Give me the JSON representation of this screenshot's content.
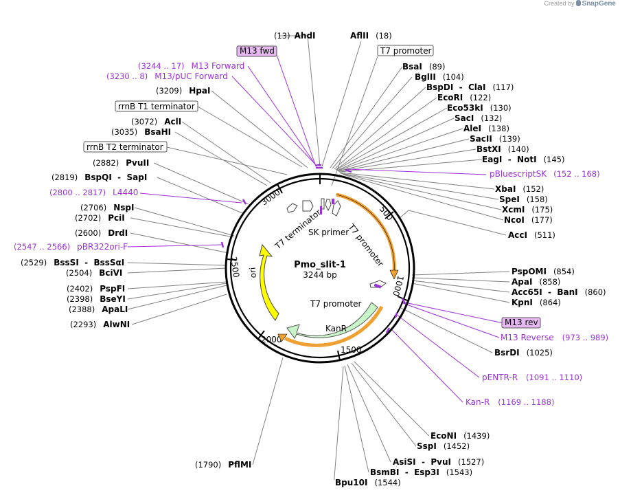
{
  "credit": {
    "prefix": "Created by",
    "brand": "SnapGene"
  },
  "plasmid": {
    "name": "Pmo_slit-1",
    "length_label": "3244 bp",
    "length": 3244
  },
  "ticks": [
    "500",
    "1000",
    "1500",
    "2000",
    "2500",
    "3000"
  ],
  "enzymes": [
    {
      "pos": "(13)",
      "name": "AhdI"
    },
    {
      "pos": "(18)",
      "name": "AflII"
    },
    {
      "pos": "(89)",
      "name": "BsaI"
    },
    {
      "pos": "(104)",
      "name": "BglII"
    },
    {
      "pos": "(117)",
      "name": "BspDI  -  ClaI"
    },
    {
      "pos": "(122)",
      "name": "EcoRI"
    },
    {
      "pos": "(130)",
      "name": "Eco53kI"
    },
    {
      "pos": "(132)",
      "name": "SacI"
    },
    {
      "pos": "(138)",
      "name": "AleI"
    },
    {
      "pos": "(139)",
      "name": "SacII"
    },
    {
      "pos": "(140)",
      "name": "BstXI"
    },
    {
      "pos": "(145)",
      "name": "EagI  -  NotI"
    },
    {
      "pos": "(152)",
      "name": "XbaI"
    },
    {
      "pos": "(158)",
      "name": "SpeI"
    },
    {
      "pos": "(175)",
      "name": "XcmI"
    },
    {
      "pos": "(177)",
      "name": "NcoI"
    },
    {
      "pos": "(511)",
      "name": "AccI"
    },
    {
      "pos": "(854)",
      "name": "PspOMI"
    },
    {
      "pos": "(858)",
      "name": "ApaI"
    },
    {
      "pos": "(860)",
      "name": "Acc65I  -  BanI"
    },
    {
      "pos": "(864)",
      "name": "KpnI"
    },
    {
      "pos": "(1025)",
      "name": "BsrDI"
    },
    {
      "pos": "(1439)",
      "name": "EcoNI"
    },
    {
      "pos": "(1452)",
      "name": "SspI"
    },
    {
      "pos": "(1527)",
      "name": "AsiSI  -  PvuI"
    },
    {
      "pos": "(1543)",
      "name": "BsmBI  -  Esp3I"
    },
    {
      "pos": "(1544)",
      "name": "Bpu10I"
    },
    {
      "pos": "(1790)",
      "name": "PflMI"
    },
    {
      "pos": "(2293)",
      "name": "AlwNI"
    },
    {
      "pos": "(2388)",
      "name": "ApaLI"
    },
    {
      "pos": "(2398)",
      "name": "BseYI"
    },
    {
      "pos": "(2402)",
      "name": "PspFI"
    },
    {
      "pos": "(2504)",
      "name": "BciVI"
    },
    {
      "pos": "(2529)",
      "name": "BssSI  -  BssSαI"
    },
    {
      "pos": "(2600)",
      "name": "DrdI"
    },
    {
      "pos": "(2702)",
      "name": "PciI"
    },
    {
      "pos": "(2706)",
      "name": "NspI"
    },
    {
      "pos": "(2819)",
      "name": "BspQI  -  SapI"
    },
    {
      "pos": "(2882)",
      "name": "PvuII"
    },
    {
      "pos": "(3035)",
      "name": "BsaHI"
    },
    {
      "pos": "(3072)",
      "name": "AclI"
    },
    {
      "pos": "(3209)",
      "name": "HpaI"
    }
  ],
  "primers": [
    {
      "name": "M13 Forward",
      "range": "(3244 .. 17)"
    },
    {
      "name": "M13/pUC Forward",
      "range": "(3230 .. 8)"
    },
    {
      "name": "pBluescriptSK",
      "range": "(152 .. 168)"
    },
    {
      "name": "L4440",
      "range": "(2800 .. 2817)"
    },
    {
      "name": "pBR322ori-F",
      "range": "(2547 .. 2566)"
    },
    {
      "name": "M13 Reverse",
      "range": "(973 .. 989)"
    },
    {
      "name": "pENTR-R",
      "range": "(1091 .. 1110)"
    },
    {
      "name": "Kan-R",
      "range": "(1169 .. 1188)"
    }
  ],
  "boxed_labels": {
    "m13_fwd": "M13 fwd",
    "t7_promoter": "T7 promoter",
    "rrnb_t1": "rrnB T1 terminator",
    "rrnb_t2": "rrnB T2 terminator",
    "m13_rev": "M13 rev"
  },
  "features": {
    "t7_terminator": "T7 terminator",
    "sk_primer": "SK primer",
    "t7_promoter_a": "T7 promoter",
    "t7_promoter_b": "T7 promoter",
    "kanr": "KanR",
    "ori": "ori"
  },
  "colors": {
    "primer": "#9b30d9",
    "primer_box": "#e6b8f2",
    "orange_arc": "#f0a030",
    "kanr_fill": "#c8f5c8",
    "ori_fill": "#ffff00",
    "backbone": "#000000",
    "leader": "#7f7f7f"
  }
}
